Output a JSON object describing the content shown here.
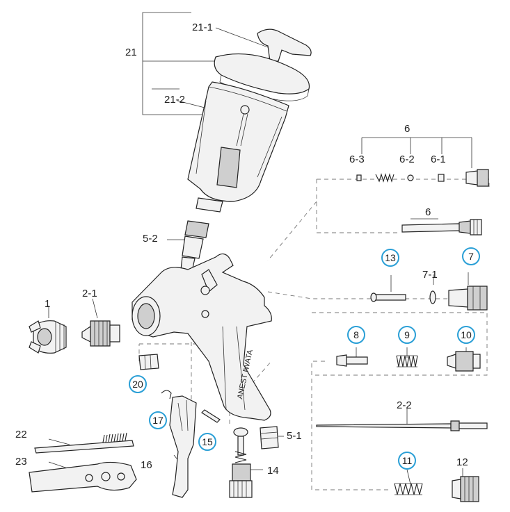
{
  "title": "",
  "parts": {
    "p1": "1",
    "p2_1": "2-1",
    "p2_2": "2-2",
    "p5_1": "5-1",
    "p5_2": "5-2",
    "p6_top": "6",
    "p6_1": "6-1",
    "p6_2": "6-2",
    "p6_3": "6-3",
    "p6_rod": "6",
    "p7_1": "7-1",
    "p12": "12",
    "p14": "14",
    "p16": "16",
    "p21": "21",
    "p21_1": "21-1",
    "p21_2": "21-2",
    "p22": "22",
    "p23": "23"
  },
  "circled": {
    "c7": "7",
    "c8": "8",
    "c9": "9",
    "c10": "10",
    "c11": "11",
    "c13": "13",
    "c15": "15",
    "c17": "17",
    "c20": "20"
  },
  "branding": {
    "gun_body_text": "ANEST IWATA"
  },
  "colors": {
    "line": "#222222",
    "circle_outline": "#2a9fd6",
    "background": "#ffffff"
  }
}
